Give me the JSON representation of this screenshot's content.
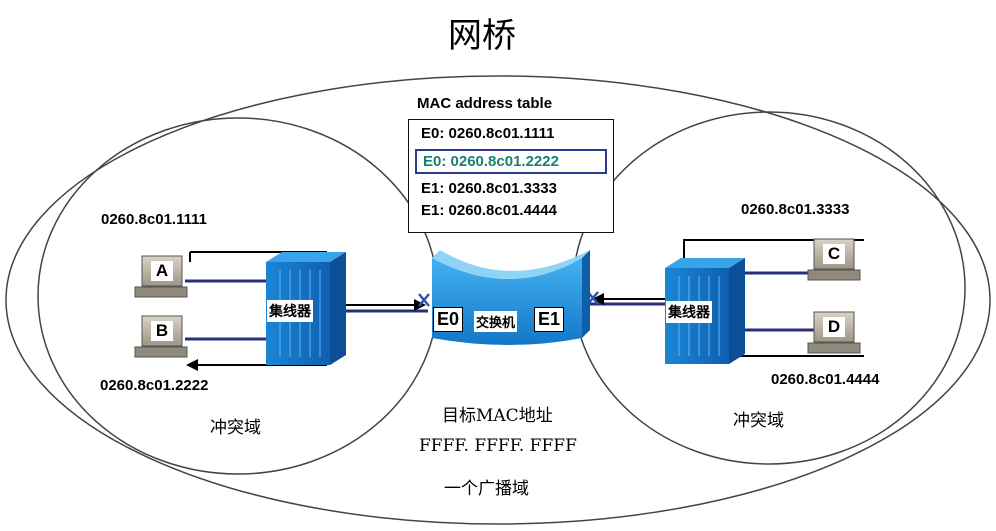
{
  "title": "网桥",
  "mac_table": {
    "title": "MAC address table",
    "rows": [
      "E0: 0260.8c01.1111",
      "E0: 0260.8c01.2222",
      "E1: 0260.8c01.3333",
      "E1: 0260.8c01.4444"
    ],
    "highlight_color": "#1a7f72",
    "highlight_border": "#2b3a8f"
  },
  "hosts": {
    "a": {
      "letter": "A",
      "mac": "0260.8c01.1111"
    },
    "b": {
      "letter": "B",
      "mac": "0260.8c01.2222"
    },
    "c": {
      "letter": "C",
      "mac": "0260.8c01.3333"
    },
    "d": {
      "letter": "D",
      "mac": "0260.8c01.4444"
    }
  },
  "hub_left": {
    "label": "集线器"
  },
  "hub_right": {
    "label": "集线器"
  },
  "switch": {
    "label": "交换机",
    "port_left": "E0",
    "port_right": "E1"
  },
  "collision_domain_left": "冲突域",
  "collision_domain_right": "冲突域",
  "dest_mac_label": "目标MAC地址",
  "dest_mac_value": "FFFF. FFFF. FFFF",
  "broadcast_domain": "一个广播域",
  "colors": {
    "device_blue": "#1e90d8",
    "link_navy": "#2a2f7a",
    "ellipse": "#444444"
  }
}
